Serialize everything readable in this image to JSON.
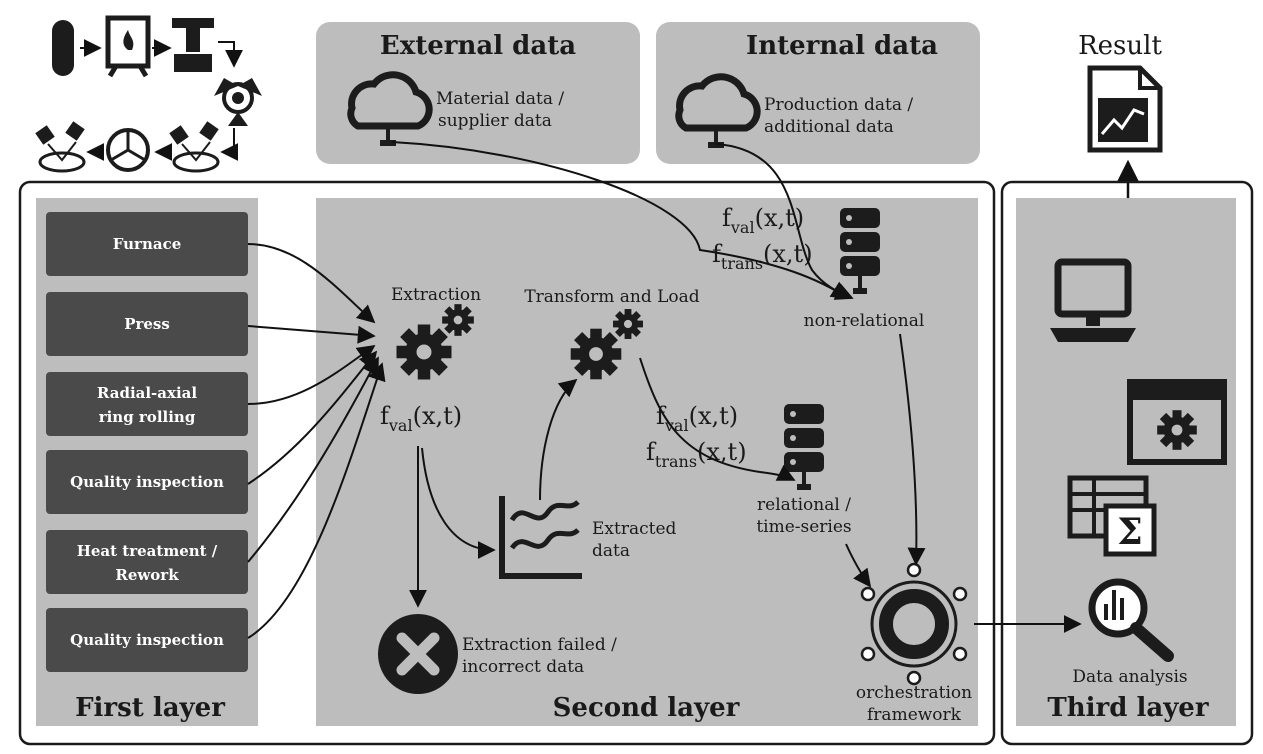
{
  "result_label": "Result",
  "external": {
    "title": "External data",
    "line1": "Material data /",
    "line2": "supplier data"
  },
  "internal": {
    "title": "Internal data",
    "line1": "Production data /",
    "line2": "additional data"
  },
  "first_layer": {
    "title": "First layer",
    "items": [
      {
        "lines": [
          "Furnace"
        ]
      },
      {
        "lines": [
          "Press"
        ]
      },
      {
        "lines": [
          "Radial-axial",
          "ring rolling"
        ]
      },
      {
        "lines": [
          "Quality inspection"
        ]
      },
      {
        "lines": [
          "Heat treatment /",
          "Rework"
        ]
      },
      {
        "lines": [
          "Quality inspection"
        ]
      }
    ]
  },
  "second_layer": {
    "title": "Second layer",
    "extraction": "Extraction",
    "transform_load": "Transform and Load",
    "extracted_line1": "Extracted",
    "extracted_line2": "data",
    "failed_line1": "Extraction failed /",
    "failed_line2": "incorrect data",
    "nonrelational": "non-relational",
    "relational_line1": "relational /",
    "relational_line2": "time-series",
    "orchestration_line1": "orchestration",
    "orchestration_line2": "framework"
  },
  "formulas": {
    "f": "f",
    "val_sub": "val",
    "trans_sub": "trans",
    "args": "(x,t)"
  },
  "third_layer": {
    "title": "Third layer",
    "analysis": "Data analysis"
  }
}
